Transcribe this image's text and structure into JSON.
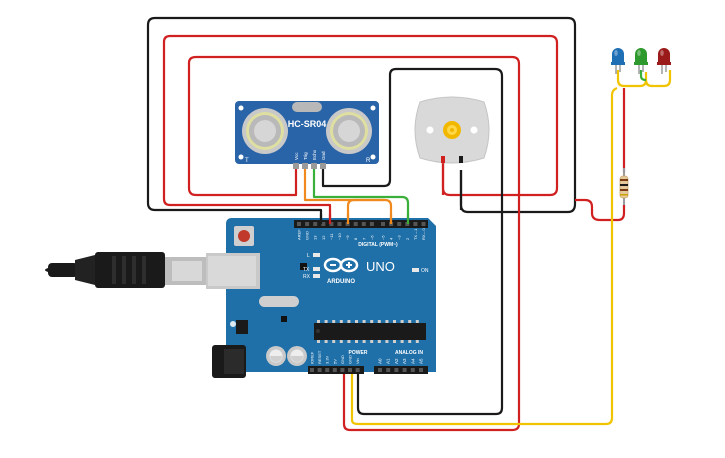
{
  "sensor": {
    "title": "HC-SR04",
    "pin_labels": [
      "Vcc",
      "Trig",
      "Echo",
      "Gnd"
    ],
    "corner_left": "T",
    "corner_right": "R"
  },
  "arduino": {
    "brand": "ARDUINO",
    "model": "UNO",
    "digital_header_label": "DIGITAL (PWM~)",
    "power_label": "POWER",
    "analog_label": "ANALOG IN",
    "on_label": "ON",
    "led_labels": [
      "L",
      "TX",
      "RX"
    ],
    "top_pins": [
      "AREF",
      "GND",
      "13",
      "12",
      "~11",
      "~10",
      "~9",
      "8",
      "7",
      "~6",
      "~5",
      "4",
      "~3",
      "2",
      "TX→1",
      "RX←0"
    ],
    "power_pins": [
      "IOREF",
      "RESET",
      "3.3V",
      "5V",
      "GND",
      "GND",
      "Vin"
    ],
    "analog_pins": [
      "A0",
      "A1",
      "A2",
      "A3",
      "A4",
      "A5"
    ]
  },
  "leds": [
    {
      "name": "blue",
      "color": "#1f6fb5"
    },
    {
      "name": "green",
      "color": "#2e9a2e"
    },
    {
      "name": "red",
      "color": "#9b1b1b"
    }
  ],
  "wire_colors": {
    "black": "#1a1a1a",
    "red": "#d02020",
    "yellow": "#f0c400",
    "orange": "#f08a1e",
    "green": "#3ab03a"
  },
  "board_color": "#1f6fa8"
}
